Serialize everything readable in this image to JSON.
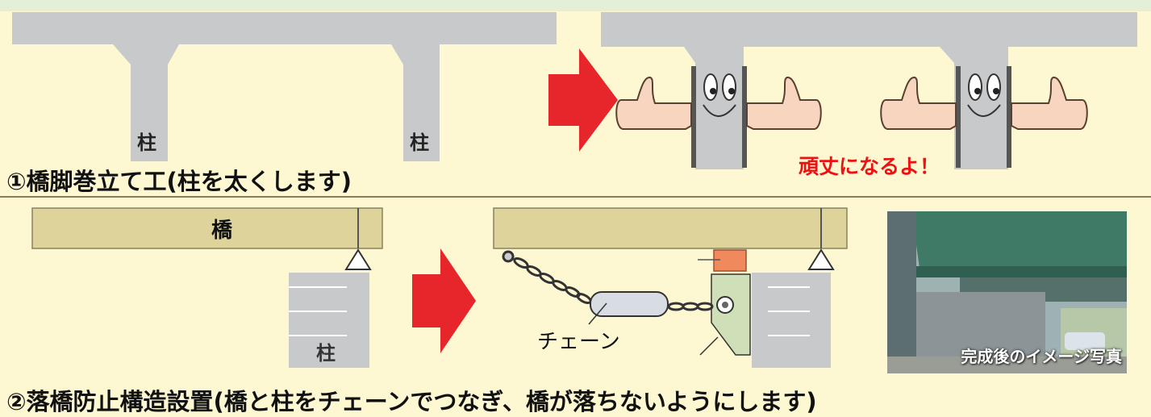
{
  "section1": {
    "pillar_label_left": "柱",
    "pillar_label_right": "柱",
    "caption": "①橋脚巻立て工(柱を太くします)",
    "callout": "頑丈になるよ！"
  },
  "section2": {
    "bridge_label": "橋",
    "pillar_label": "柱",
    "chain_label": "チェーン",
    "caption": "②落橋防止構造設置(橋と柱をチェーンでつなぎ、橋が落ちないようにします)",
    "photo_caption": "完成後のイメージ写真"
  },
  "colors": {
    "background": "#fdf7d2",
    "concrete": "#c8c9cb",
    "bridge_deck": "#ddd39b",
    "arrow": "#e6262b",
    "accent_text": "#ee1111",
    "bracket": "#cfe0b8",
    "rubber_pad": "#f08a5d",
    "hand": "#f8d5be"
  },
  "icons": [
    "right-arrow-icon",
    "thumbs-up-icon",
    "chain-icon",
    "support-triangle-icon"
  ]
}
